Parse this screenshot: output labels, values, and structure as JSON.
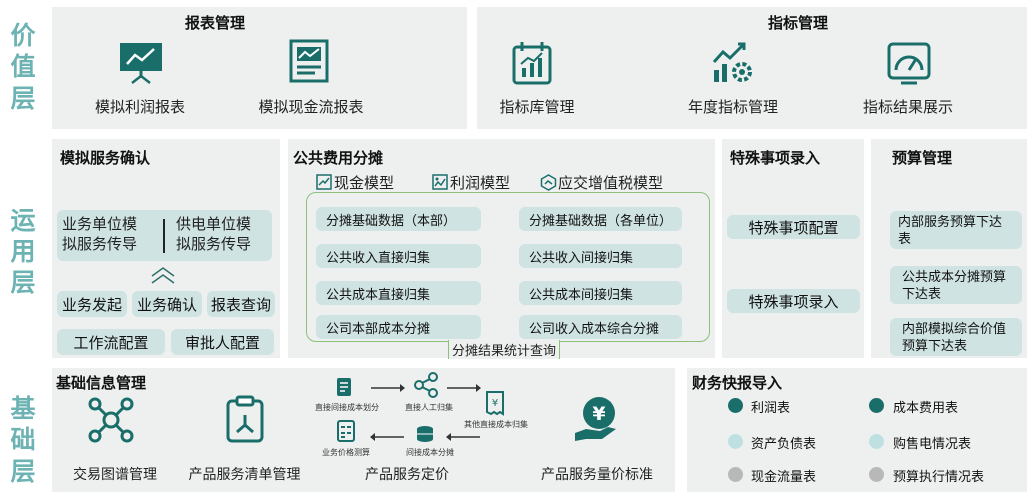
{
  "layers": {
    "value": [
      "价",
      "值",
      "层"
    ],
    "app": [
      "运",
      "用",
      "层"
    ],
    "base": [
      "基",
      "础",
      "层"
    ]
  },
  "report_mgmt": {
    "title": "报表管理",
    "items": [
      "模拟利润报表",
      "模拟现金流报表"
    ]
  },
  "indicator_mgmt": {
    "title": "指标管理",
    "items": [
      "指标库管理",
      "年度指标管理",
      "指标结果展示"
    ]
  },
  "sim_service": {
    "title": "模拟服务确认",
    "big_left": "业务单位模\n拟服务传导",
    "big_right": "供电单位模\n拟服务传导",
    "row1": [
      "业务发起",
      "业务确认",
      "报表查询"
    ],
    "row2": [
      "工作流配置",
      "审批人配置"
    ]
  },
  "public_cost": {
    "title": "公共费用分摊",
    "models": [
      "现金模型",
      "利润模型",
      "应交增值税模型"
    ],
    "left_items": [
      "分摊基础数据（本部）",
      "公共收入直接归集",
      "公共成本直接归集",
      "公司本部成本分摊"
    ],
    "right_items": [
      "分摊基础数据（各单位）",
      "公共收入间接归集",
      "公共成本间接归集",
      "公司收入成本综合分摊"
    ],
    "bottom": "分摊结果统计查询"
  },
  "special": {
    "title": "特殊事项录入",
    "items": [
      "特殊事项配置",
      "特殊事项录入"
    ]
  },
  "budget": {
    "title": "预算管理",
    "items": [
      "内部服务预算下达\n表",
      "公共成本分摊预算\n下达表",
      "内部模拟综合价值\n预算下达表"
    ]
  },
  "base_info": {
    "title": "基础信息管理",
    "items": [
      "交易图谱管理",
      "产品服务清单管理",
      "产品服务定价",
      "产品服务量价标准"
    ],
    "flow": [
      "直接间接成本划分",
      "直接人工归集",
      "其他直接成本归集",
      "业务价格测算",
      "间接成本分摊"
    ]
  },
  "finance_report": {
    "title": "财务快报导入",
    "legend": [
      {
        "label": "利润表",
        "color": "#1a6e6a"
      },
      {
        "label": "成本费用表",
        "color": "#1a6e6a"
      },
      {
        "label": "资产负债表",
        "color": "#bfe0e0"
      },
      {
        "label": "购售电情况表",
        "color": "#bfe0e0"
      },
      {
        "label": "现金流量表",
        "color": "#b8b8b8"
      },
      {
        "label": "预算执行情况表",
        "color": "#b8b8b8"
      }
    ]
  },
  "colors": {
    "accent": "#1a6e6a",
    "panel": "#eef0f0",
    "pill": "#cfe3e3",
    "layer_text": "#6db3b3"
  },
  "icons": [
    "presentation-chart-icon",
    "report-chart-icon",
    "calendar-chart-icon",
    "growth-gear-icon",
    "gauge-icon",
    "network-icon",
    "clipboard-icon",
    "yuan-hand-icon"
  ]
}
